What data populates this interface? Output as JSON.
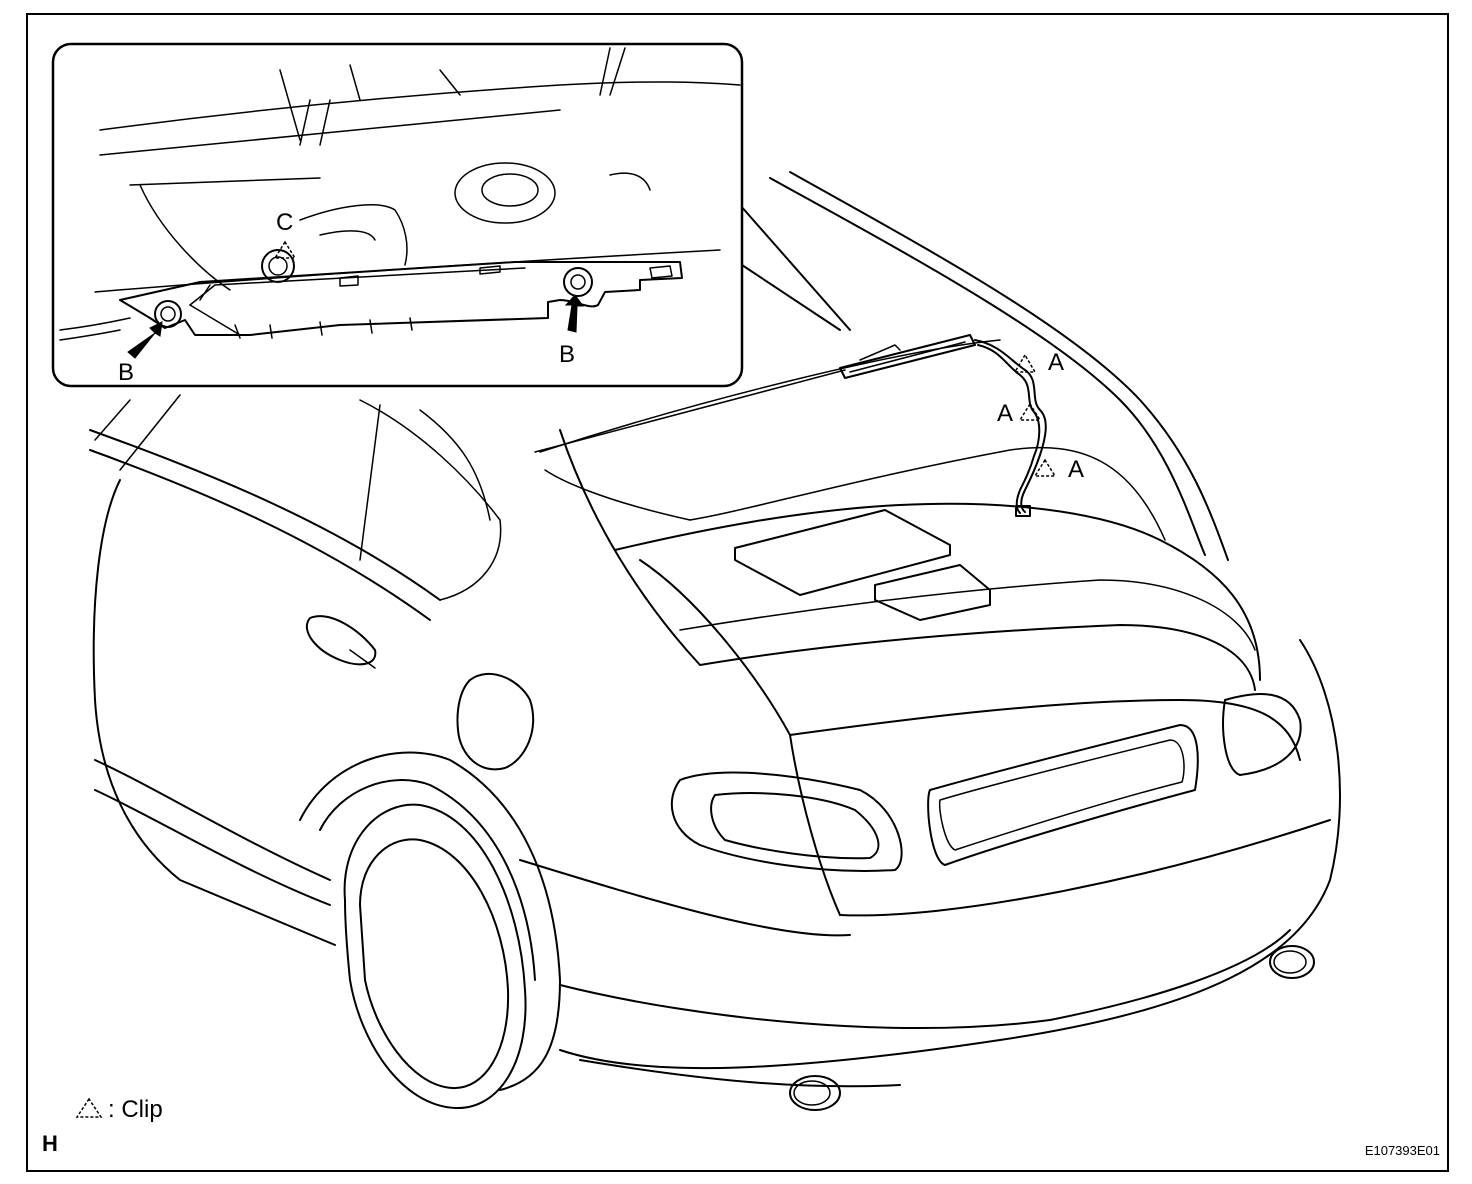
{
  "callouts": {
    "clip": "A",
    "bolt": "B",
    "clip_c": "C"
  },
  "legend": {
    "clip_text": ": Clip"
  },
  "view_letter": "H",
  "figure_code": "E107393E01"
}
